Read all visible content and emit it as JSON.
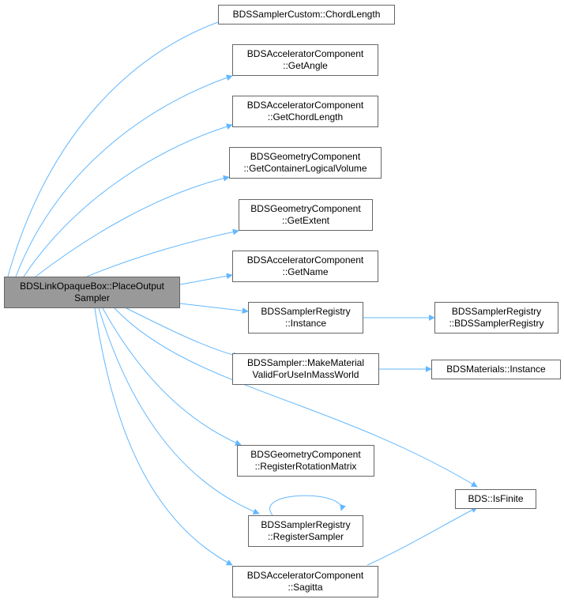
{
  "graph": {
    "root": {
      "line1": "BDSLinkOpaqueBox::PlaceOutput",
      "line2": "Sampler"
    },
    "nodes": [
      {
        "id": "chordlength",
        "line1": "BDSSamplerCustom::ChordLength",
        "line2": ""
      },
      {
        "id": "getangle",
        "line1": "BDSAcceleratorComponent",
        "line2": "::GetAngle"
      },
      {
        "id": "getchordlength",
        "line1": "BDSAcceleratorComponent",
        "line2": "::GetChordLength"
      },
      {
        "id": "getcontainerlogicalvolume",
        "line1": "BDSGeometryComponent",
        "line2": "::GetContainerLogicalVolume"
      },
      {
        "id": "getextent",
        "line1": "BDSGeometryComponent",
        "line2": "::GetExtent"
      },
      {
        "id": "getname",
        "line1": "BDSAcceleratorComponent",
        "line2": "::GetName"
      },
      {
        "id": "registry-instance",
        "line1": "BDSSamplerRegistry",
        "line2": "::Instance"
      },
      {
        "id": "registry-ctor",
        "line1": "BDSSamplerRegistry",
        "line2": "::BDSSamplerRegistry"
      },
      {
        "id": "makematerial",
        "line1": "BDSSampler::MakeMaterial",
        "line2": "ValidForUseInMassWorld"
      },
      {
        "id": "materials-instance",
        "line1": "BDSMaterials::Instance",
        "line2": ""
      },
      {
        "id": "registerrotationmatrix",
        "line1": "BDSGeometryComponent",
        "line2": "::RegisterRotationMatrix"
      },
      {
        "id": "isfinite",
        "line1": "BDS::IsFinite",
        "line2": ""
      },
      {
        "id": "registersampler",
        "line1": "BDSSamplerRegistry",
        "line2": "::RegisterSampler"
      },
      {
        "id": "sagitta",
        "line1": "BDSAcceleratorComponent",
        "line2": "::Sagitta"
      }
    ]
  },
  "colors": {
    "edge": "#63b8ff",
    "node_border": "#666666",
    "root_fill": "#999999",
    "node_fill": "#ffffff"
  }
}
